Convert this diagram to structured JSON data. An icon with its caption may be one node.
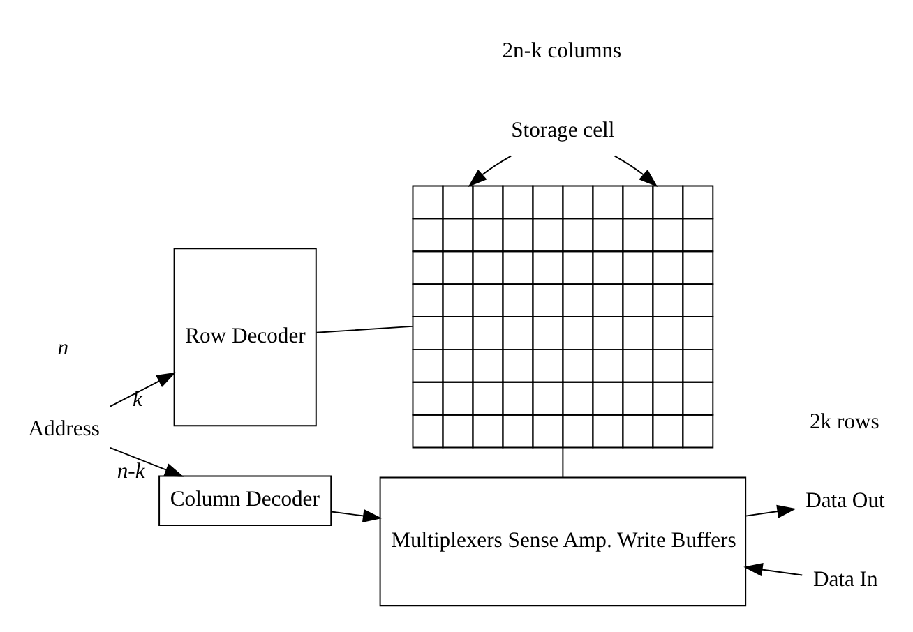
{
  "diagram": {
    "nodes": [
      {
        "text": [
          "Address"
        ]
      },
      {
        "text": [
          "Row Decoder"
        ]
      },
      {
        "text": [
          "Column Decoder"
        ]
      },
      {
        "text": [
          "Multiplexers Sense Amp. Write Buffers"
        ]
      },
      {
        "text": [
          "Data In"
        ]
      },
      {
        "text": [
          "Data Out"
        ]
      },
      {
        "text": [],
        "shape": "box"
      },
      {
        "text": [
          "Storage cell"
        ]
      }
    ],
    "edges": [
      {
        "from": 0,
        "to": 1,
        "arrow": "to",
        "label": "k"
      },
      {
        "from": 0,
        "to": 2,
        "arrow": "to",
        "label": "n-k"
      },
      {
        "from": 1,
        "to": 6,
        "arrow": "none"
      },
      {
        "from": 6,
        "to": 3,
        "arrow": "none"
      },
      {
        "from": 2,
        "to": 3,
        "arrow": "to"
      },
      {
        "from": 4,
        "to": 3,
        "arrow": "to"
      },
      {
        "from": 3,
        "to": 5,
        "arrow": "to"
      },
      {
        "from": 7,
        "to": 6,
        "arrow": "to"
      },
      {
        "from": 7,
        "to": 6,
        "arrow": "to"
      }
    ],
    "labels": [
      "2n-k columns",
      "2k rows",
      "n"
    ]
  }
}
